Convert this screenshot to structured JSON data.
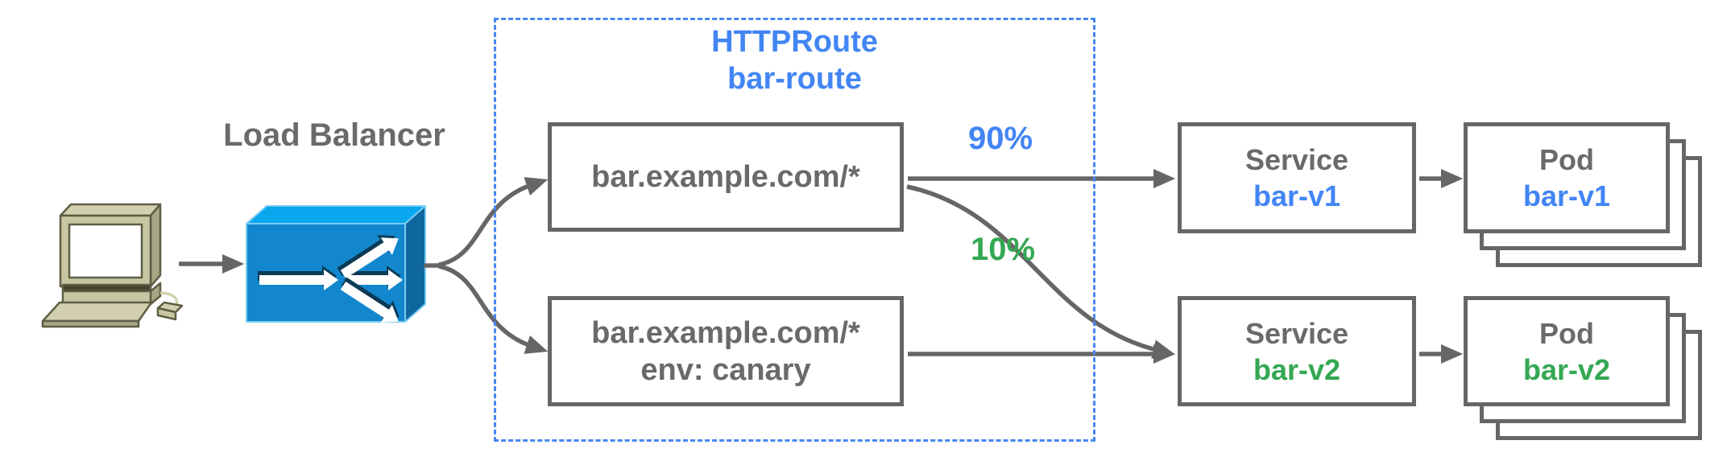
{
  "load_balancer": {
    "label": "Load Balancer"
  },
  "httproute": {
    "title": "HTTPRoute",
    "name": "bar-route",
    "rule_top": {
      "match": "bar.example.com/*"
    },
    "rule_bottom": {
      "match": "bar.example.com/*",
      "header": "env: canary"
    }
  },
  "weights": {
    "v1": "90%",
    "v2": "10%"
  },
  "service_v1": {
    "kind": "Service",
    "name": "bar-v1"
  },
  "service_v2": {
    "kind": "Service",
    "name": "bar-v2"
  },
  "pod_v1": {
    "kind": "Pod",
    "name": "bar-v1"
  },
  "pod_v2": {
    "kind": "Pod",
    "name": "bar-v2"
  },
  "colors": {
    "accent_blue": "#4285F4",
    "accent_green": "#34A853",
    "line_gray": "#666666",
    "text_gray": "#6a6a6a",
    "dashed_border_blue": "#4788F0",
    "lb_front": "#1287CD",
    "lb_top": "#0AA7EF",
    "lb_side": "#0E689F",
    "computer_beige": "#C9C7A3"
  }
}
